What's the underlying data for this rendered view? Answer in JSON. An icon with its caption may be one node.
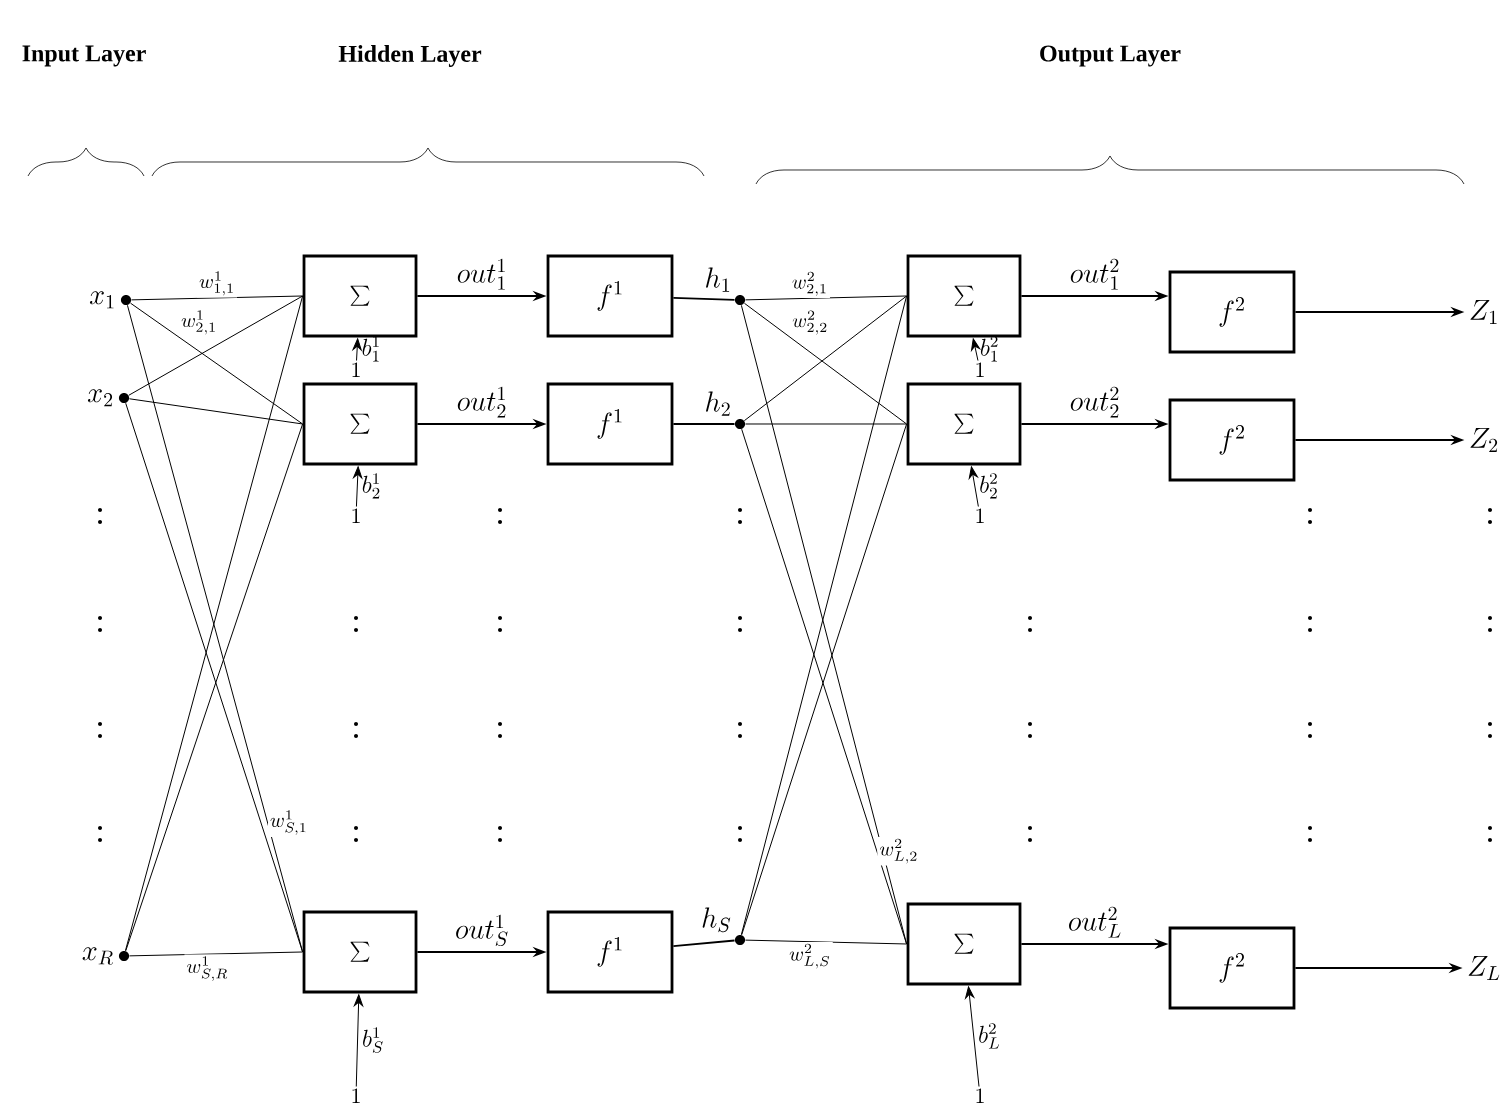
{
  "diagram": {
    "nodes": [
      {
        "text": [
          "x_{1}"
        ]
      },
      {
        "text": [
          "x_{2}"
        ]
      },
      {
        "text": [
          "x_{R}"
        ]
      },
      {
        "text": [
          "\\sum"
        ]
      },
      {
        "text": [
          "f^{1}"
        ]
      },
      {
        "text": [
          "h_{1}"
        ]
      },
      {
        "text": [
          "\\sum"
        ]
      },
      {
        "text": [
          "f^{1}"
        ]
      },
      {
        "text": [
          "h_{2}"
        ]
      },
      {
        "text": [
          "\\sum"
        ]
      },
      {
        "text": [
          "f^{1}"
        ]
      },
      {
        "text": [
          "h_{S}"
        ]
      },
      {
        "text": [
          "\\sum"
        ]
      },
      {
        "text": [
          "f^{2}"
        ]
      },
      {
        "text": [
          "Z_{1}"
        ]
      },
      {
        "text": [
          "\\sum"
        ]
      },
      {
        "text": [
          "f^{2}"
        ]
      },
      {
        "text": [
          "Z_{2}"
        ]
      },
      {
        "text": [
          "\\sum"
        ]
      },
      {
        "text": [
          "f^{2}"
        ]
      },
      {
        "text": [
          "Z_{L}"
        ]
      },
      {
        "text": [
          "1"
        ]
      },
      {
        "text": [
          "1"
        ]
      },
      {
        "text": [
          "1"
        ]
      },
      {
        "text": [
          "1"
        ]
      },
      {
        "text": [
          "1"
        ]
      },
      {
        "text": [
          "1"
        ]
      }
    ],
    "edges": [
      {
        "from": 0,
        "to": 3,
        "arrow": "none",
        "label": "w^{1}_{1,1}"
      },
      {
        "from": 0,
        "to": 6,
        "arrow": "none",
        "label": "w^{1}_{2,1}"
      },
      {
        "from": 0,
        "to": 9,
        "arrow": "none",
        "label": "w^{1}_{S,1}"
      },
      {
        "from": 1,
        "to": 3,
        "arrow": "none"
      },
      {
        "from": 1,
        "to": 6,
        "arrow": "none"
      },
      {
        "from": 1,
        "to": 9,
        "arrow": "none"
      },
      {
        "from": 2,
        "to": 3,
        "arrow": "none"
      },
      {
        "from": 2,
        "to": 6,
        "arrow": "none"
      },
      {
        "from": 2,
        "to": 9,
        "arrow": "none",
        "label": "w^{1}_{S,R}"
      },
      {
        "from": 3,
        "to": 4,
        "arrow": "to",
        "label": "out^{1}_{1}"
      },
      {
        "from": 6,
        "to": 7,
        "arrow": "to",
        "label": "out^{1}_{2}"
      },
      {
        "from": 9,
        "to": 10,
        "arrow": "to",
        "label": "out^{1}_{S}"
      },
      {
        "from": 4,
        "to": 5,
        "arrow": "none"
      },
      {
        "from": 7,
        "to": 8,
        "arrow": "none"
      },
      {
        "from": 10,
        "to": 11,
        "arrow": "none"
      },
      {
        "from": 5,
        "to": 12,
        "arrow": "none",
        "label": "w^{2}_{2,1}"
      },
      {
        "from": 5,
        "to": 15,
        "arrow": "none",
        "label": "w^{2}_{2,2}"
      },
      {
        "from": 5,
        "to": 18,
        "arrow": "none"
      },
      {
        "from": 8,
        "to": 12,
        "arrow": "none"
      },
      {
        "from": 8,
        "to": 15,
        "arrow": "none"
      },
      {
        "from": 8,
        "to": 18,
        "arrow": "none",
        "label": "w^{2}_{L,2}"
      },
      {
        "from": 11,
        "to": 12,
        "arrow": "none"
      },
      {
        "from": 11,
        "to": 15,
        "arrow": "none"
      },
      {
        "from": 11,
        "to": 18,
        "arrow": "none",
        "label": "w^{2}_{L,S}"
      },
      {
        "from": 12,
        "to": 13,
        "arrow": "to",
        "label": "out^{2}_{1}"
      },
      {
        "from": 15,
        "to": 16,
        "arrow": "to",
        "label": "out^{2}_{2}"
      },
      {
        "from": 18,
        "to": 19,
        "arrow": "to",
        "label": "out^{2}_{L}"
      },
      {
        "from": 13,
        "to": 14,
        "arrow": "to"
      },
      {
        "from": 16,
        "to": 17,
        "arrow": "to"
      },
      {
        "from": 19,
        "to": 20,
        "arrow": "to"
      },
      {
        "from": 21,
        "to": 3,
        "arrow": "to",
        "label": "b^{1}_{1}"
      },
      {
        "from": 22,
        "to": 6,
        "arrow": "to",
        "label": "b^{1}_{2}"
      },
      {
        "from": 23,
        "to": 9,
        "arrow": "to",
        "label": "b^{1}_{S}"
      },
      {
        "from": 24,
        "to": 12,
        "arrow": "to",
        "label": "b^{2}_{1}"
      },
      {
        "from": 25,
        "to": 15,
        "arrow": "to",
        "label": "b^{2}_{2}"
      },
      {
        "from": 26,
        "to": 18,
        "arrow": "to",
        "label": "b^{2}_{L}"
      }
    ],
    "labels": [
      "Input Layer",
      "Hidden Layer",
      "Output Layer"
    ]
  }
}
